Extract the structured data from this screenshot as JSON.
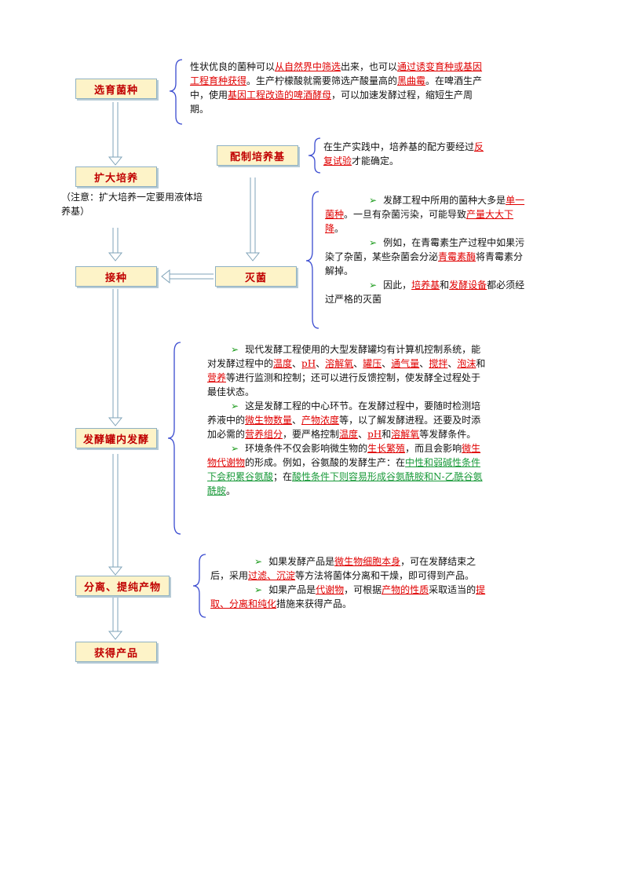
{
  "boxes": {
    "b1": "选育菌种",
    "b2": "扩大培养",
    "b3": "接种",
    "b4": "发酵罐内发酵",
    "b5": "分离、提纯产物",
    "b6": "获得产品",
    "b7": "配制培养基",
    "b8": "灭菌"
  },
  "note": "（注意：扩大培养一定要用液体培养基）",
  "p1": [
    "性状优良的菌种可以",
    "从自然界中筛选",
    "出来，也可以",
    "通过诱变育种或基因工程育种获得",
    "。生产柠檬酸就需要筛选产酸量高的",
    "黑曲霉",
    "。在啤酒生产中，使用",
    "基因工程改造的啤酒酵母",
    "，可以加速发酵过程，缩短生产周期。"
  ],
  "p2": [
    "在生产实践中，培养基的配方要经过",
    "反复试验",
    "才能确定。"
  ],
  "p3": {
    "arrow": "➢",
    "s1": [
      "发酵工程中所用的菌种大多是",
      "单一菌种",
      "。一旦有杂菌污染，可能导致",
      "产量大大下降",
      "。"
    ],
    "s2": [
      "例如，在青霉素生产过程中如果污染了杂菌，某些杂菌会分泌",
      "青霉素酶",
      "将青霉素分解掉。"
    ],
    "s3": [
      "因此，",
      "培养基",
      "和",
      "发酵设备",
      "都必须经过严格的灭菌"
    ]
  },
  "p4": {
    "s1": [
      "现代发酵工程使用的大型发酵罐均有计算机控制系统，能对发酵过程中的",
      "温度",
      "、",
      "pH",
      "、",
      "溶解氧",
      "、",
      "罐压",
      "、",
      "通气量",
      "、",
      "搅拌",
      "、",
      "泡沫",
      "和",
      "营养",
      "等进行监测和控制；还可以进行反馈控制，使发酵全过程处于最佳状态。"
    ],
    "s2": [
      "这是发酵工程的中心环节。在发酵过程中，要随时检测培养液中的",
      "微生物数量",
      "、",
      "产物浓度",
      "等，以了解发酵进程。还要及时添加必需的",
      "营养组分",
      "，要严格控制",
      "温度",
      "、",
      "pH",
      "和",
      "溶解氧",
      "等发酵条件。"
    ],
    "s3": [
      "环境条件不仅会影响微生物的",
      "生长繁殖",
      "，而且会影响",
      "微生物代谢物",
      "的形成。例如，谷氨酸的发酵生产：在",
      "中性和弱碱性条件下会积累谷氨酸",
      "；在",
      "酸性条件下则容易形成谷氨酰胺和N-乙酰谷氨酰胺",
      "。"
    ]
  },
  "p5": {
    "s1": [
      "如果发酵产品是",
      "微生物细胞本身",
      "，可在发酵结束之后，采用",
      "过滤、沉淀",
      "等方法将菌体分离和干燥，即可得到产品。"
    ],
    "s2": [
      "如果产品是",
      "代谢物",
      "，可根据",
      "产物的性质",
      "采取适当的",
      "提取、分离和纯化",
      "措施来获得产品。"
    ]
  }
}
